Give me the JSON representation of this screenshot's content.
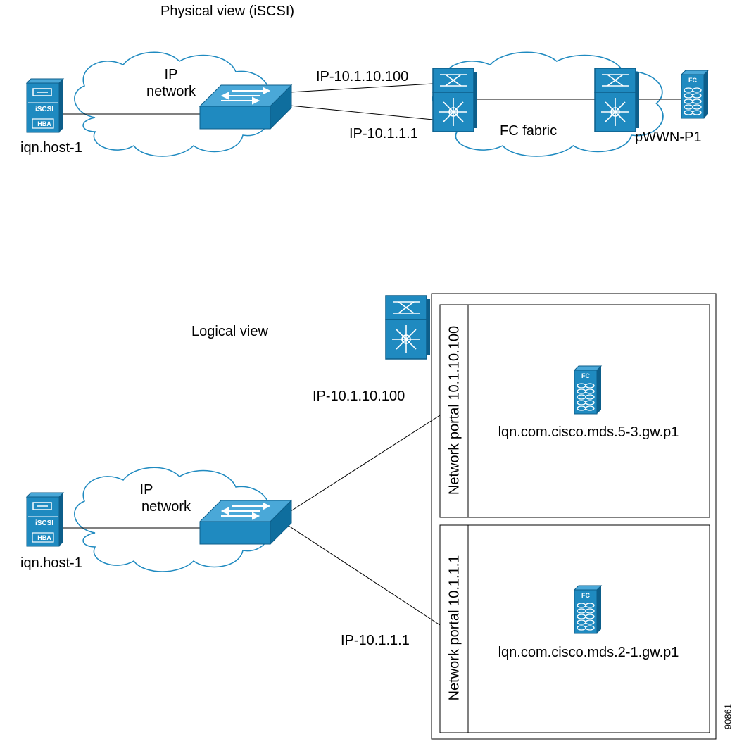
{
  "physical_view": {
    "title": "Physical view (iSCSI)",
    "host_label": "iqn.host-1",
    "host_badge_top": "iSCSI",
    "host_badge_bottom": "HBA",
    "ip_network_line1": "IP",
    "ip_network_line2": "network",
    "ip_upper": "IP-10.1.10.100",
    "ip_lower": "IP-10.1.1.1",
    "fc_fabric_label": "FC fabric",
    "storage_badge": "FC",
    "storage_label": "pWWN-P1"
  },
  "logical_view": {
    "title": "Logical view",
    "host_label": "iqn.host-1",
    "host_badge_top": "iSCSI",
    "host_badge_bottom": "HBA",
    "ip_network_line1": "IP",
    "ip_network_line2": "network",
    "ip_upper": "IP-10.1.10.100",
    "ip_lower": "IP-10.1.1.1",
    "portal_upper": "Network portal 10.1.10.100",
    "portal_lower": "Network portal 10.1.1.1",
    "storage_badge": "FC",
    "target_upper": "lqn.com.cisco.mds.5-3.gw.p1",
    "target_lower": "lqn.com.cisco.mds.2-1.gw.p1"
  },
  "figure_id": "90861",
  "colors": {
    "device_blue": "#1f8ac0",
    "device_dark": "#0d5e8a",
    "line": "#000000"
  }
}
